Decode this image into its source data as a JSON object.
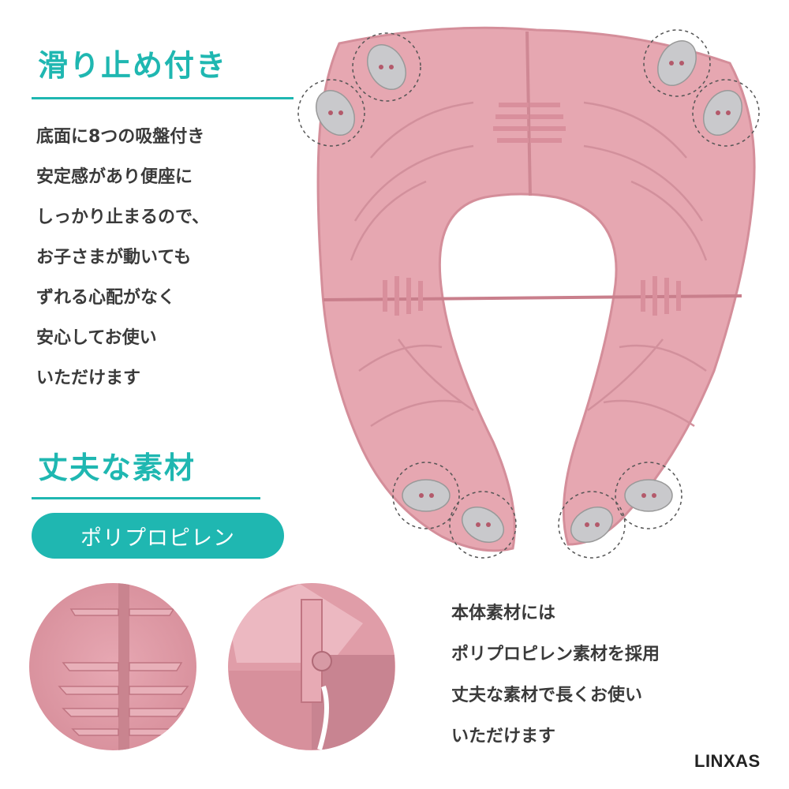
{
  "feature1": {
    "title": "滑り止め付き",
    "lines": [
      "底面に8つの吸盤付き",
      "安定感があり便座に",
      "しっかり止まるので、",
      "お子さまが動いても",
      "ずれる心配がなく",
      "安心してお使い",
      "いただけます"
    ]
  },
  "feature2": {
    "title": "丈夫な素材",
    "material_badge": "ポリプロピレン",
    "lines": [
      "本体素材には",
      "ポリプロピレン素材を採用",
      "丈夫な素材で長くお使い",
      "いただけます"
    ]
  },
  "brand": "LINXAS",
  "colors": {
    "accent": "#1fb7b1",
    "seat_pink": "#e6a7b1",
    "suction_cup": "#c9c9cc"
  }
}
